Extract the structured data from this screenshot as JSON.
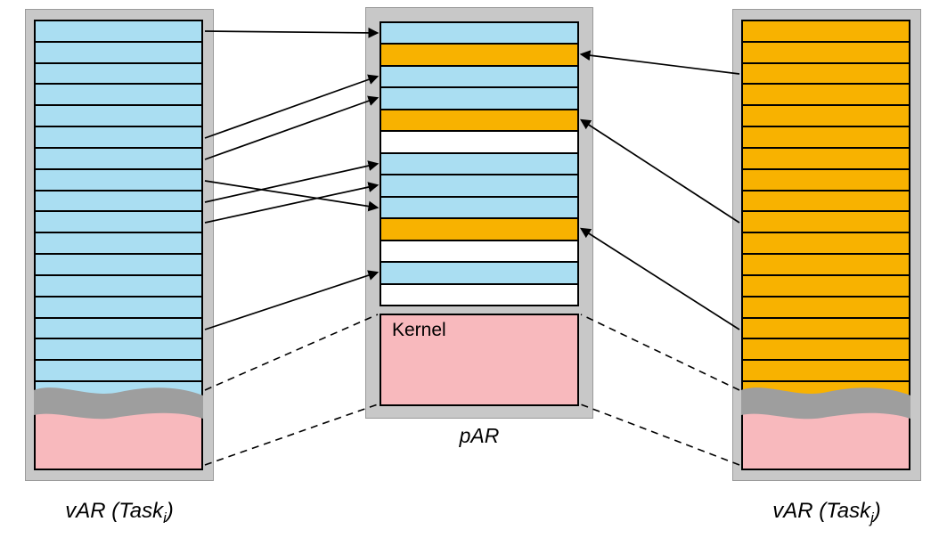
{
  "colors": {
    "frame": "#c8c8c8",
    "frame_border": "#9a9a9a",
    "blue": "#aadef2",
    "orange": "#f8b200",
    "white": "#ffffff",
    "pink": "#f8b9bd",
    "wave": "#9e9e9e",
    "line": "#000000"
  },
  "columns": {
    "left": {
      "label": {
        "prefix": "vAR (Task",
        "sub": "i",
        "suffix": ")"
      },
      "rows_spec": {
        "count": 18,
        "color": "blue"
      }
    },
    "middle": {
      "label": "pAR",
      "kernel_label": "Kernel",
      "row_colors": [
        "blue",
        "orange",
        "blue",
        "blue",
        "orange",
        "white",
        "blue",
        "blue",
        "blue",
        "orange",
        "white",
        "blue",
        "white"
      ]
    },
    "right": {
      "label": {
        "prefix": "vAR (Task",
        "sub": "j",
        "suffix": ")"
      },
      "rows_spec": {
        "count": 18,
        "color": "orange"
      }
    }
  },
  "arrows": {
    "solid": [
      [
        230,
        35,
        423,
        37
      ],
      [
        230,
        155,
        423,
        86
      ],
      [
        230,
        179,
        423,
        110
      ],
      [
        230,
        203,
        423,
        233
      ],
      [
        230,
        227,
        423,
        184
      ],
      [
        230,
        250,
        423,
        208
      ],
      [
        230,
        370,
        423,
        306
      ],
      [
        830,
        83,
        653,
        61
      ],
      [
        830,
        250,
        653,
        135
      ],
      [
        830,
        370,
        653,
        257
      ]
    ],
    "dashed": [
      [
        230,
        438,
        424,
        353
      ],
      [
        230,
        522,
        424,
        454
      ],
      [
        830,
        438,
        652,
        353
      ],
      [
        830,
        522,
        652,
        454
      ]
    ]
  }
}
